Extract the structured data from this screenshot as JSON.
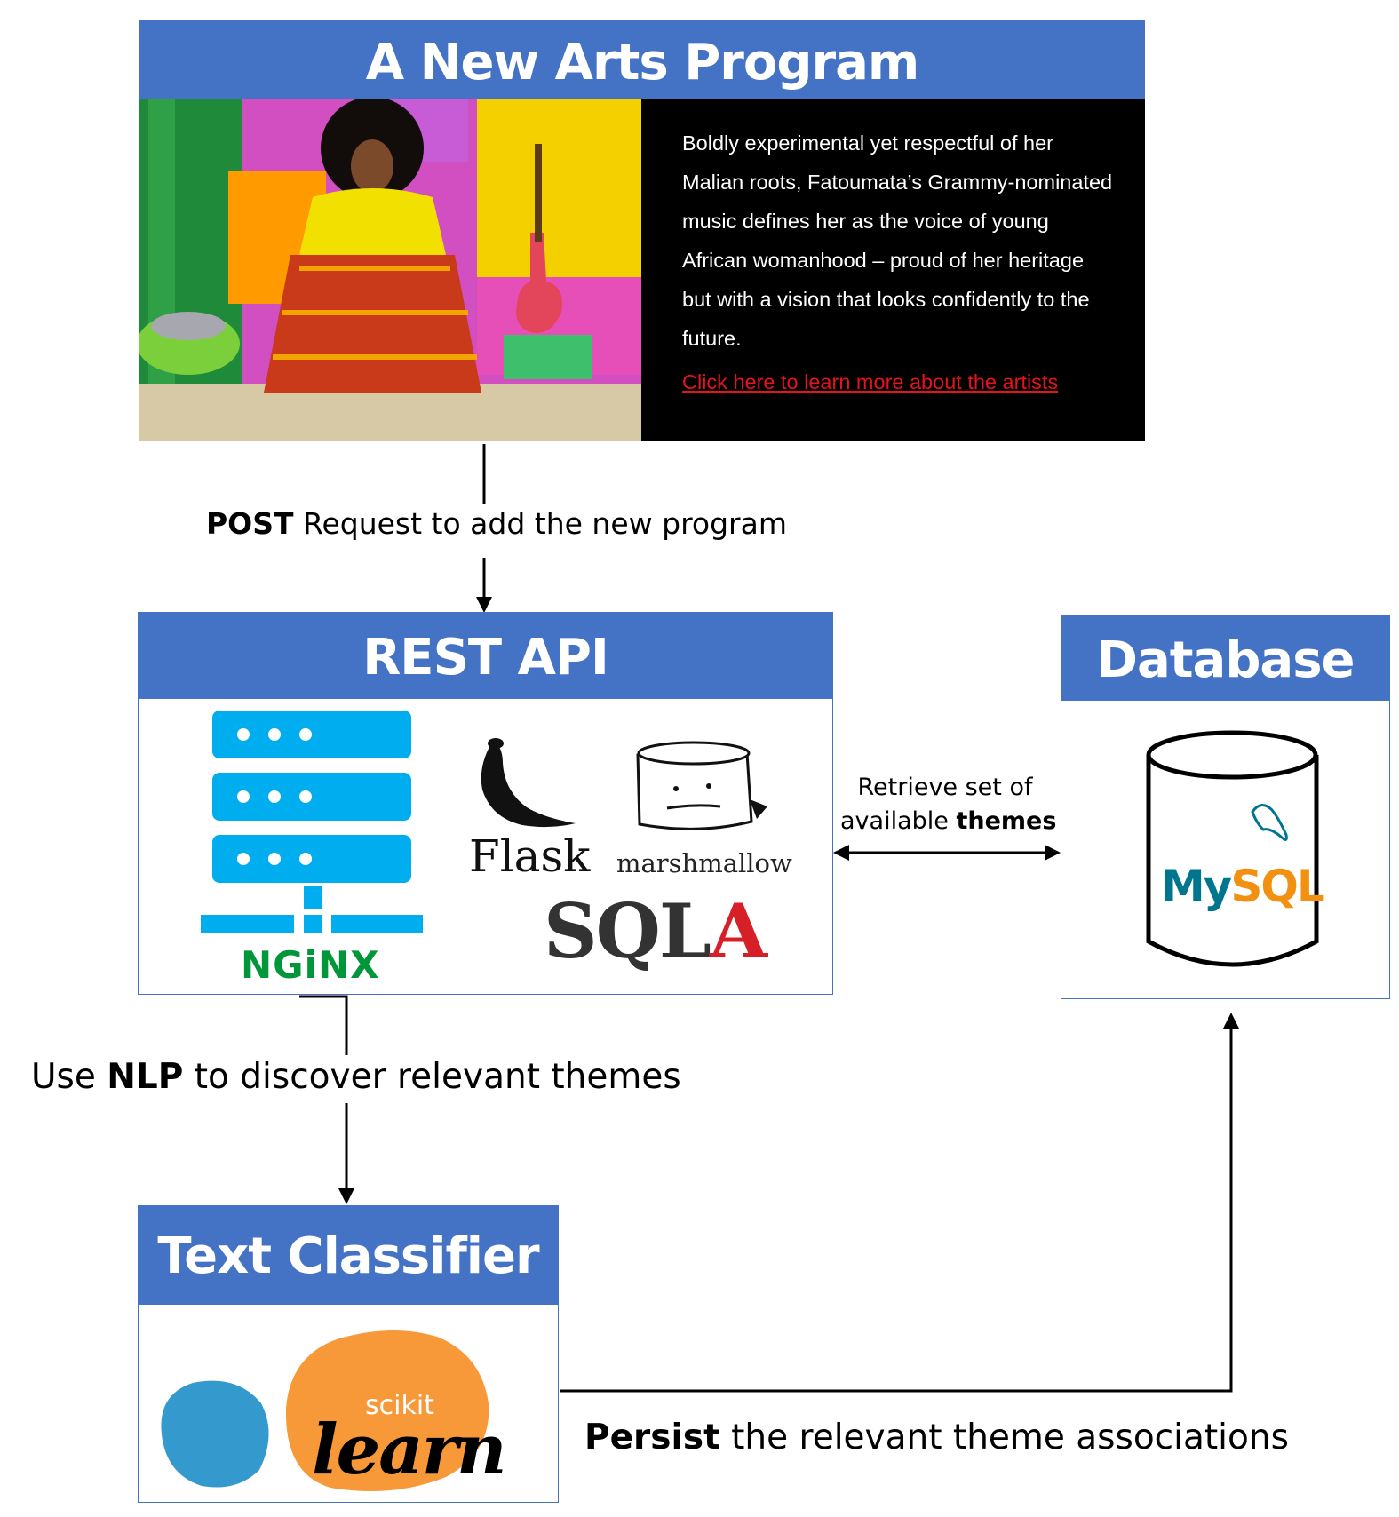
{
  "program_card": {
    "title": "A New Arts Program",
    "description": "Boldly experimental yet respectful of her Malian roots, Fatoumata’s Grammy-nominated music defines her as the voice of young African womanhood – proud of her heritage but with a vision that looks confidently to the future.",
    "link": "Click here to learn more about the artists"
  },
  "post_label": {
    "bold": "POST",
    "rest": " Request to add the new program"
  },
  "rest_api": {
    "title": "REST API",
    "logos": {
      "nginx": "NGiNX",
      "flask": "Flask",
      "marshmallow": "marshmallow",
      "sqla": "SQLA"
    }
  },
  "database": {
    "title": "Database",
    "logo": "MySQL"
  },
  "retrieve_label": {
    "line1": "Retrieve set of",
    "line2_plain": "available ",
    "line2_bold": "themes"
  },
  "nlp_label": {
    "pre": "Use ",
    "bold": "NLP",
    "post": " to discover relevant themes"
  },
  "text_classifier": {
    "title": "Text Classifier",
    "logo": {
      "top": "scikit",
      "bottom": "learn"
    }
  },
  "persist_label": {
    "bold": "Persist",
    "rest": " the relevant theme associations"
  },
  "colors": {
    "header_blue": "#4472c4",
    "server_blue": "#00adef",
    "nginx_green": "#009639",
    "sqla_red": "#d71f27",
    "mysql_blue": "#00758f",
    "mysql_orange": "#f29111",
    "sklearn_orange": "#f89939",
    "sklearn_blue": "#3499cd",
    "link_red": "#e5131b"
  }
}
